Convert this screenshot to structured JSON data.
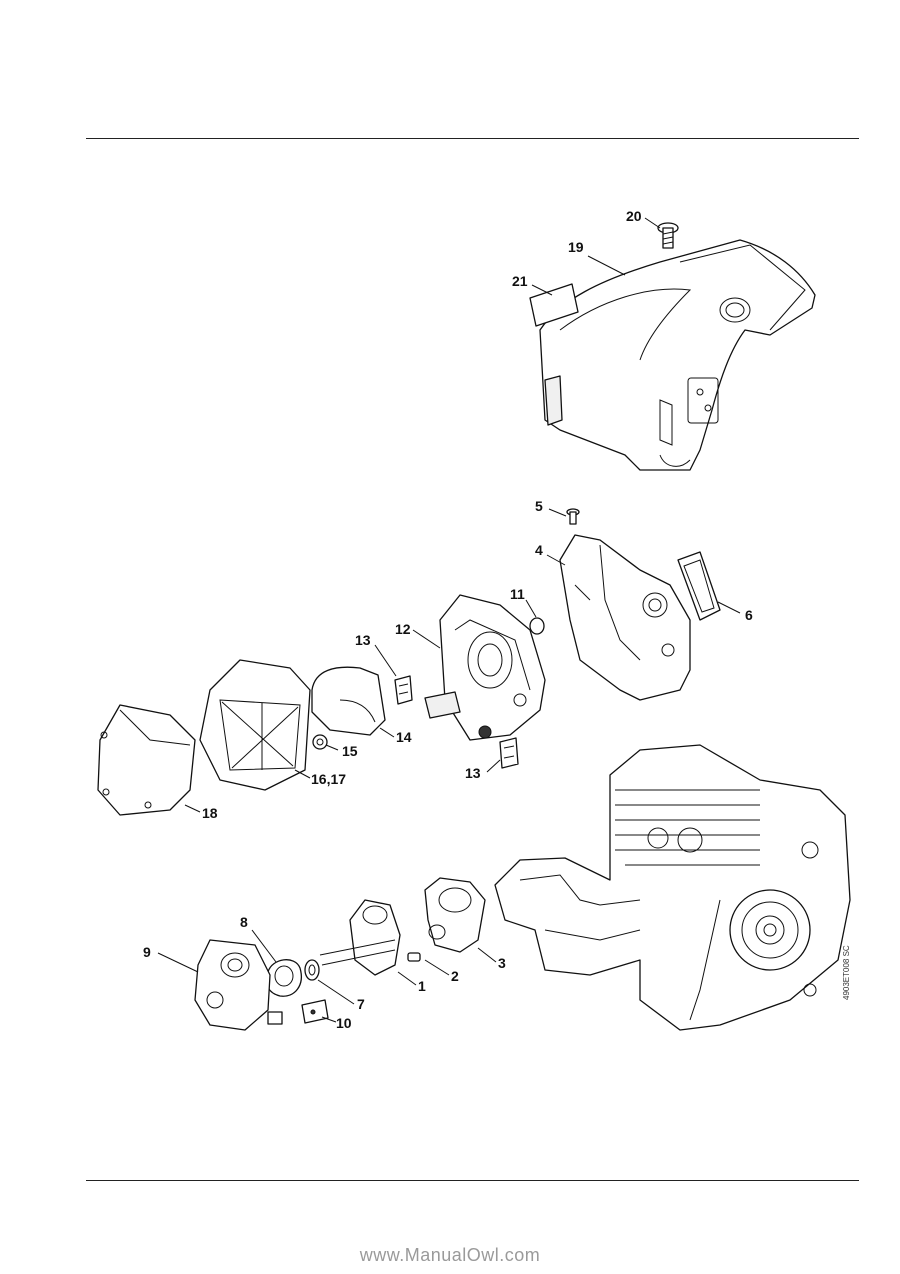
{
  "callouts": {
    "c1": "1",
    "c2": "2",
    "c3": "3",
    "c4": "4",
    "c5": "5",
    "c6": "6",
    "c7": "7",
    "c8": "8",
    "c9": "9",
    "c10": "10",
    "c11": "11",
    "c12": "12",
    "c13a": "13",
    "c13b": "13",
    "c14": "14",
    "c15": "15",
    "c16_17": "16,17",
    "c18": "18",
    "c19": "19",
    "c20": "20",
    "c21": "21"
  },
  "reference_code": "4903ET008 SC",
  "watermark": "www.ManualOwl.com"
}
